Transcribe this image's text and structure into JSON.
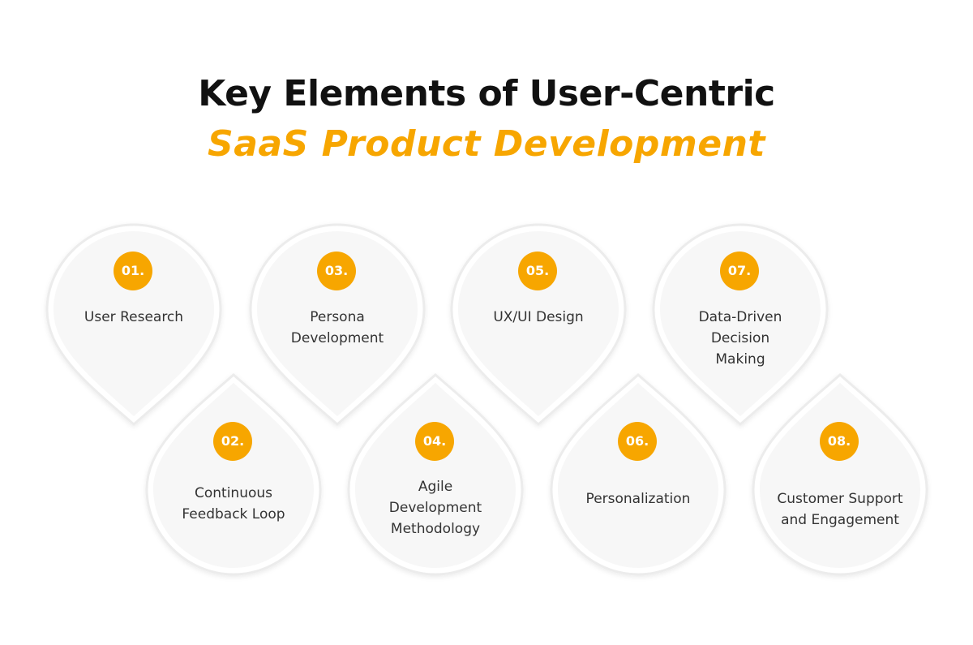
{
  "title": {
    "line1": "Key Elements of User-Centric",
    "line2": "SaaS Product Development"
  },
  "colors": {
    "accent": "#F7A600",
    "heading": "#111111",
    "text": "#333333",
    "card_fill": "#F7F7F7",
    "card_border": "#ECECEC"
  },
  "items": [
    {
      "number": "01.",
      "label": "User Research"
    },
    {
      "number": "02.",
      "label": "Continuous\nFeedback Loop"
    },
    {
      "number": "03.",
      "label": "Persona\nDevelopment"
    },
    {
      "number": "04.",
      "label": "Agile\nDevelopment\nMethodology"
    },
    {
      "number": "05.",
      "label": "UX/UI Design"
    },
    {
      "number": "06.",
      "label": "Personalization"
    },
    {
      "number": "07.",
      "label": "Data-Driven\nDecision\nMaking"
    },
    {
      "number": "08.",
      "label": "Customer Support\nand Engagement"
    }
  ]
}
